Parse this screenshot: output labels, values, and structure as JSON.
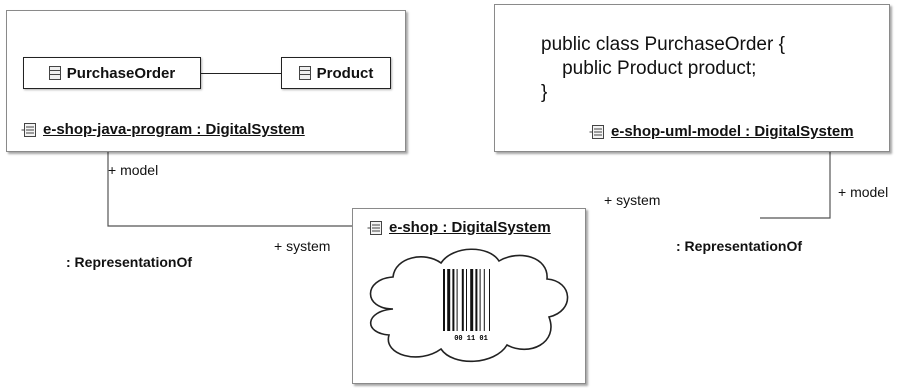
{
  "left_box": {
    "class_a": "PurchaseOrder",
    "class_b": "Product",
    "title": "e-shop-java-program : DigitalSystem"
  },
  "right_box": {
    "code_line1": "public class PurchaseOrder {",
    "code_line2": "    public Product product;",
    "code_line3": "}",
    "title": "e-shop-uml-model : DigitalSystem"
  },
  "center_box": {
    "title": "e-shop : DigitalSystem",
    "barcode_digits": "00 11 01"
  },
  "connectors": {
    "left_model_label": "+ model",
    "left_system_label": "+ system",
    "left_assoc_label": ": RepresentationOf",
    "right_system_label": "+ system",
    "right_model_label": "+ model",
    "right_assoc_label": ": RepresentationOf"
  }
}
